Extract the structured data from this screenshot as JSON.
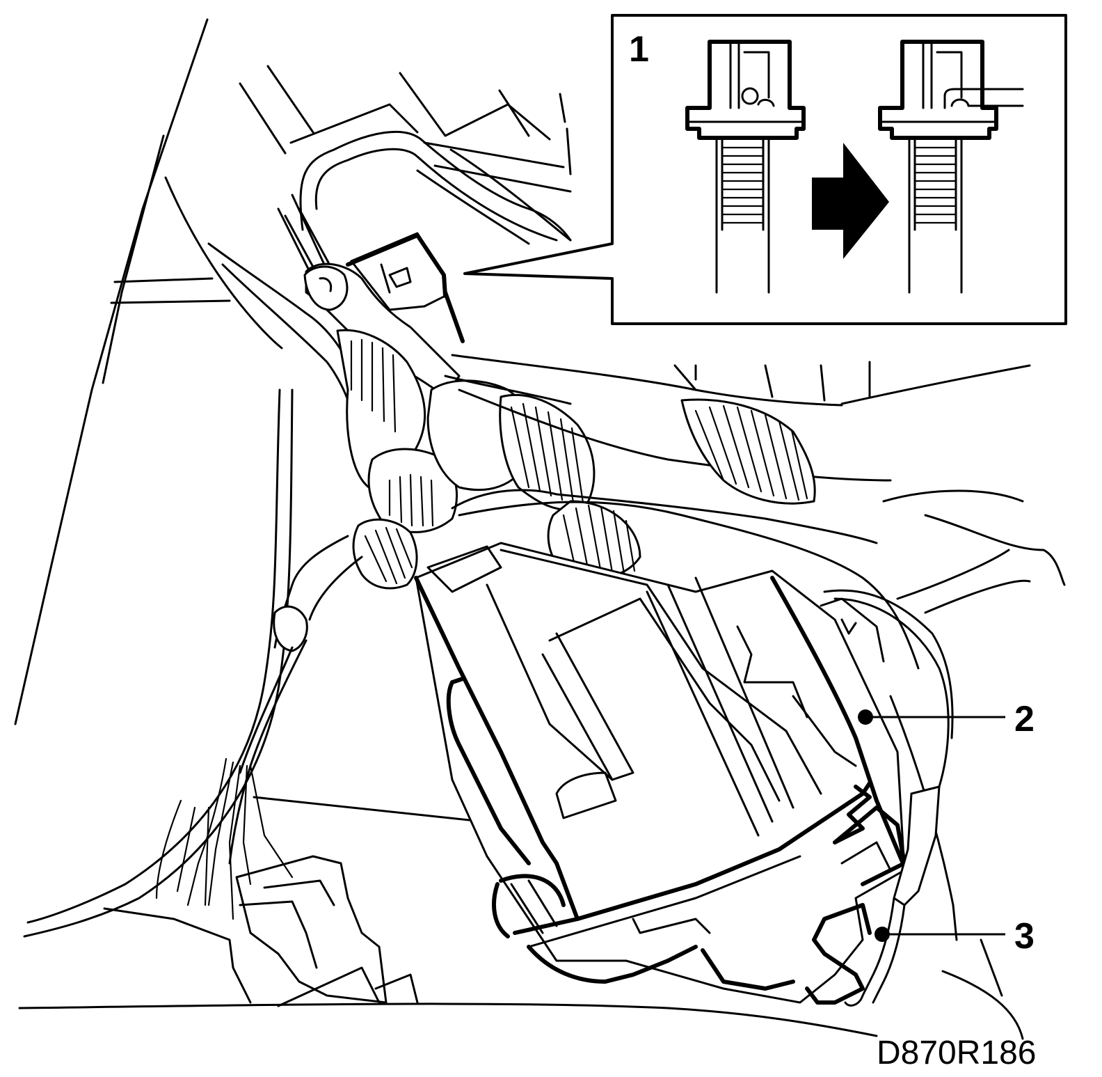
{
  "figure": {
    "drawing_id": "D870R186",
    "callouts": [
      {
        "id": "inset",
        "label": "1"
      },
      {
        "id": "connector",
        "label": "2"
      },
      {
        "id": "harness",
        "label": "3"
      }
    ]
  },
  "colors": {
    "ink": "#000000",
    "paper": "#ffffff"
  },
  "icons": {
    "direction_arrow": "right-arrow-icon"
  }
}
